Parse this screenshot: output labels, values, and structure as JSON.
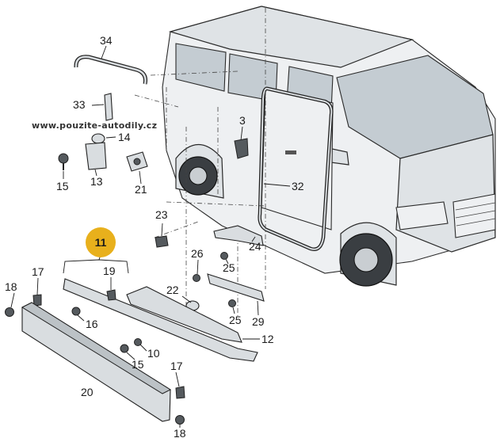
{
  "watermark": "www.pouzite-autodily.cz",
  "highlight": {
    "label": "11",
    "color": "#e8b01c"
  },
  "callouts": {
    "c34": "34",
    "c33": "33",
    "c14": "14",
    "c15a": "15",
    "c13": "13",
    "c21": "21",
    "c3": "3",
    "c32": "32",
    "c23": "23",
    "c24": "24",
    "c26": "26",
    "c25a": "25",
    "c18a": "18",
    "c17a": "17",
    "c19": "19",
    "c16": "16",
    "c22": "22",
    "c25b": "25",
    "c29": "29",
    "c10": "10",
    "c12": "12",
    "c15b": "15",
    "c20": "20",
    "c17b": "17",
    "c18b": "18"
  }
}
